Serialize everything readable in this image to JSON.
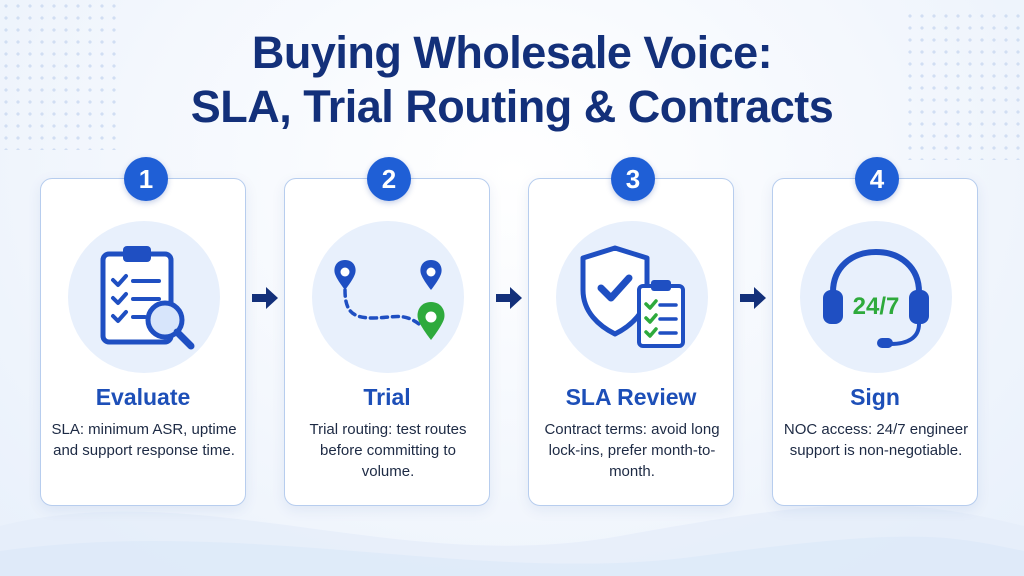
{
  "title": {
    "line1": "Buying Wholesale Voice:",
    "line2": "SLA, Trial Routing & Contracts"
  },
  "steps": [
    {
      "number": "1",
      "label": "Evaluate",
      "description": "SLA: minimum ASR, uptime and support response time.",
      "icon": "clipboard-checklist-magnifier-icon"
    },
    {
      "number": "2",
      "label": "Trial",
      "description": "Trial routing: test routes before committing to volume.",
      "icon": "route-map-pins-icon"
    },
    {
      "number": "3",
      "label": "SLA Review",
      "description": "Contract terms: avoid long lock-ins, prefer month-to-month.",
      "icon": "shield-checklist-icon"
    },
    {
      "number": "4",
      "label": "Sign",
      "description": "NOC access: 24/7 engineer support is non-negotiable.",
      "icon": "headset-support-icon",
      "icon_text": "24/7"
    }
  ],
  "colors": {
    "title": "#13307a",
    "accent_blue": "#1f5fd6",
    "label_blue": "#1d4fb8",
    "green": "#2eaa3c",
    "card_border": "#b7cdee",
    "icon_bg": "#e8f0fc"
  }
}
